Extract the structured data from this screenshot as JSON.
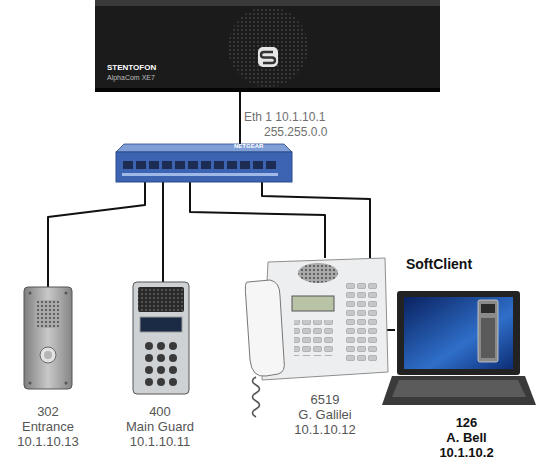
{
  "diagram": {
    "nodes": [
      {
        "text": [
          "STENTOFON",
          "AlphaCom XE7"
        ]
      },
      {
        "text": [
          "NETGEAR"
        ]
      },
      {
        "text": [
          "302",
          "Entrance",
          "10.1.10.13"
        ]
      },
      {
        "text": [
          "400",
          "Main Guard",
          "10.1.10.11"
        ]
      },
      {
        "text": [
          "6519",
          "G. Galilei",
          "10.1.10.12"
        ]
      },
      {
        "text": [
          "SoftClient",
          "126",
          "A. Bell",
          "10.1.10.2"
        ]
      }
    ],
    "edges": [
      {
        "from": 0,
        "to": 1,
        "arrow": "none",
        "label": "Eth 1 10.1.10.1 255.255.0.0"
      },
      {
        "from": 1,
        "to": 2,
        "arrow": "none"
      },
      {
        "from": 1,
        "to": 3,
        "arrow": "none"
      },
      {
        "from": 1,
        "to": 4,
        "arrow": "none"
      },
      {
        "from": 1,
        "to": 5,
        "arrow": "none"
      }
    ]
  }
}
